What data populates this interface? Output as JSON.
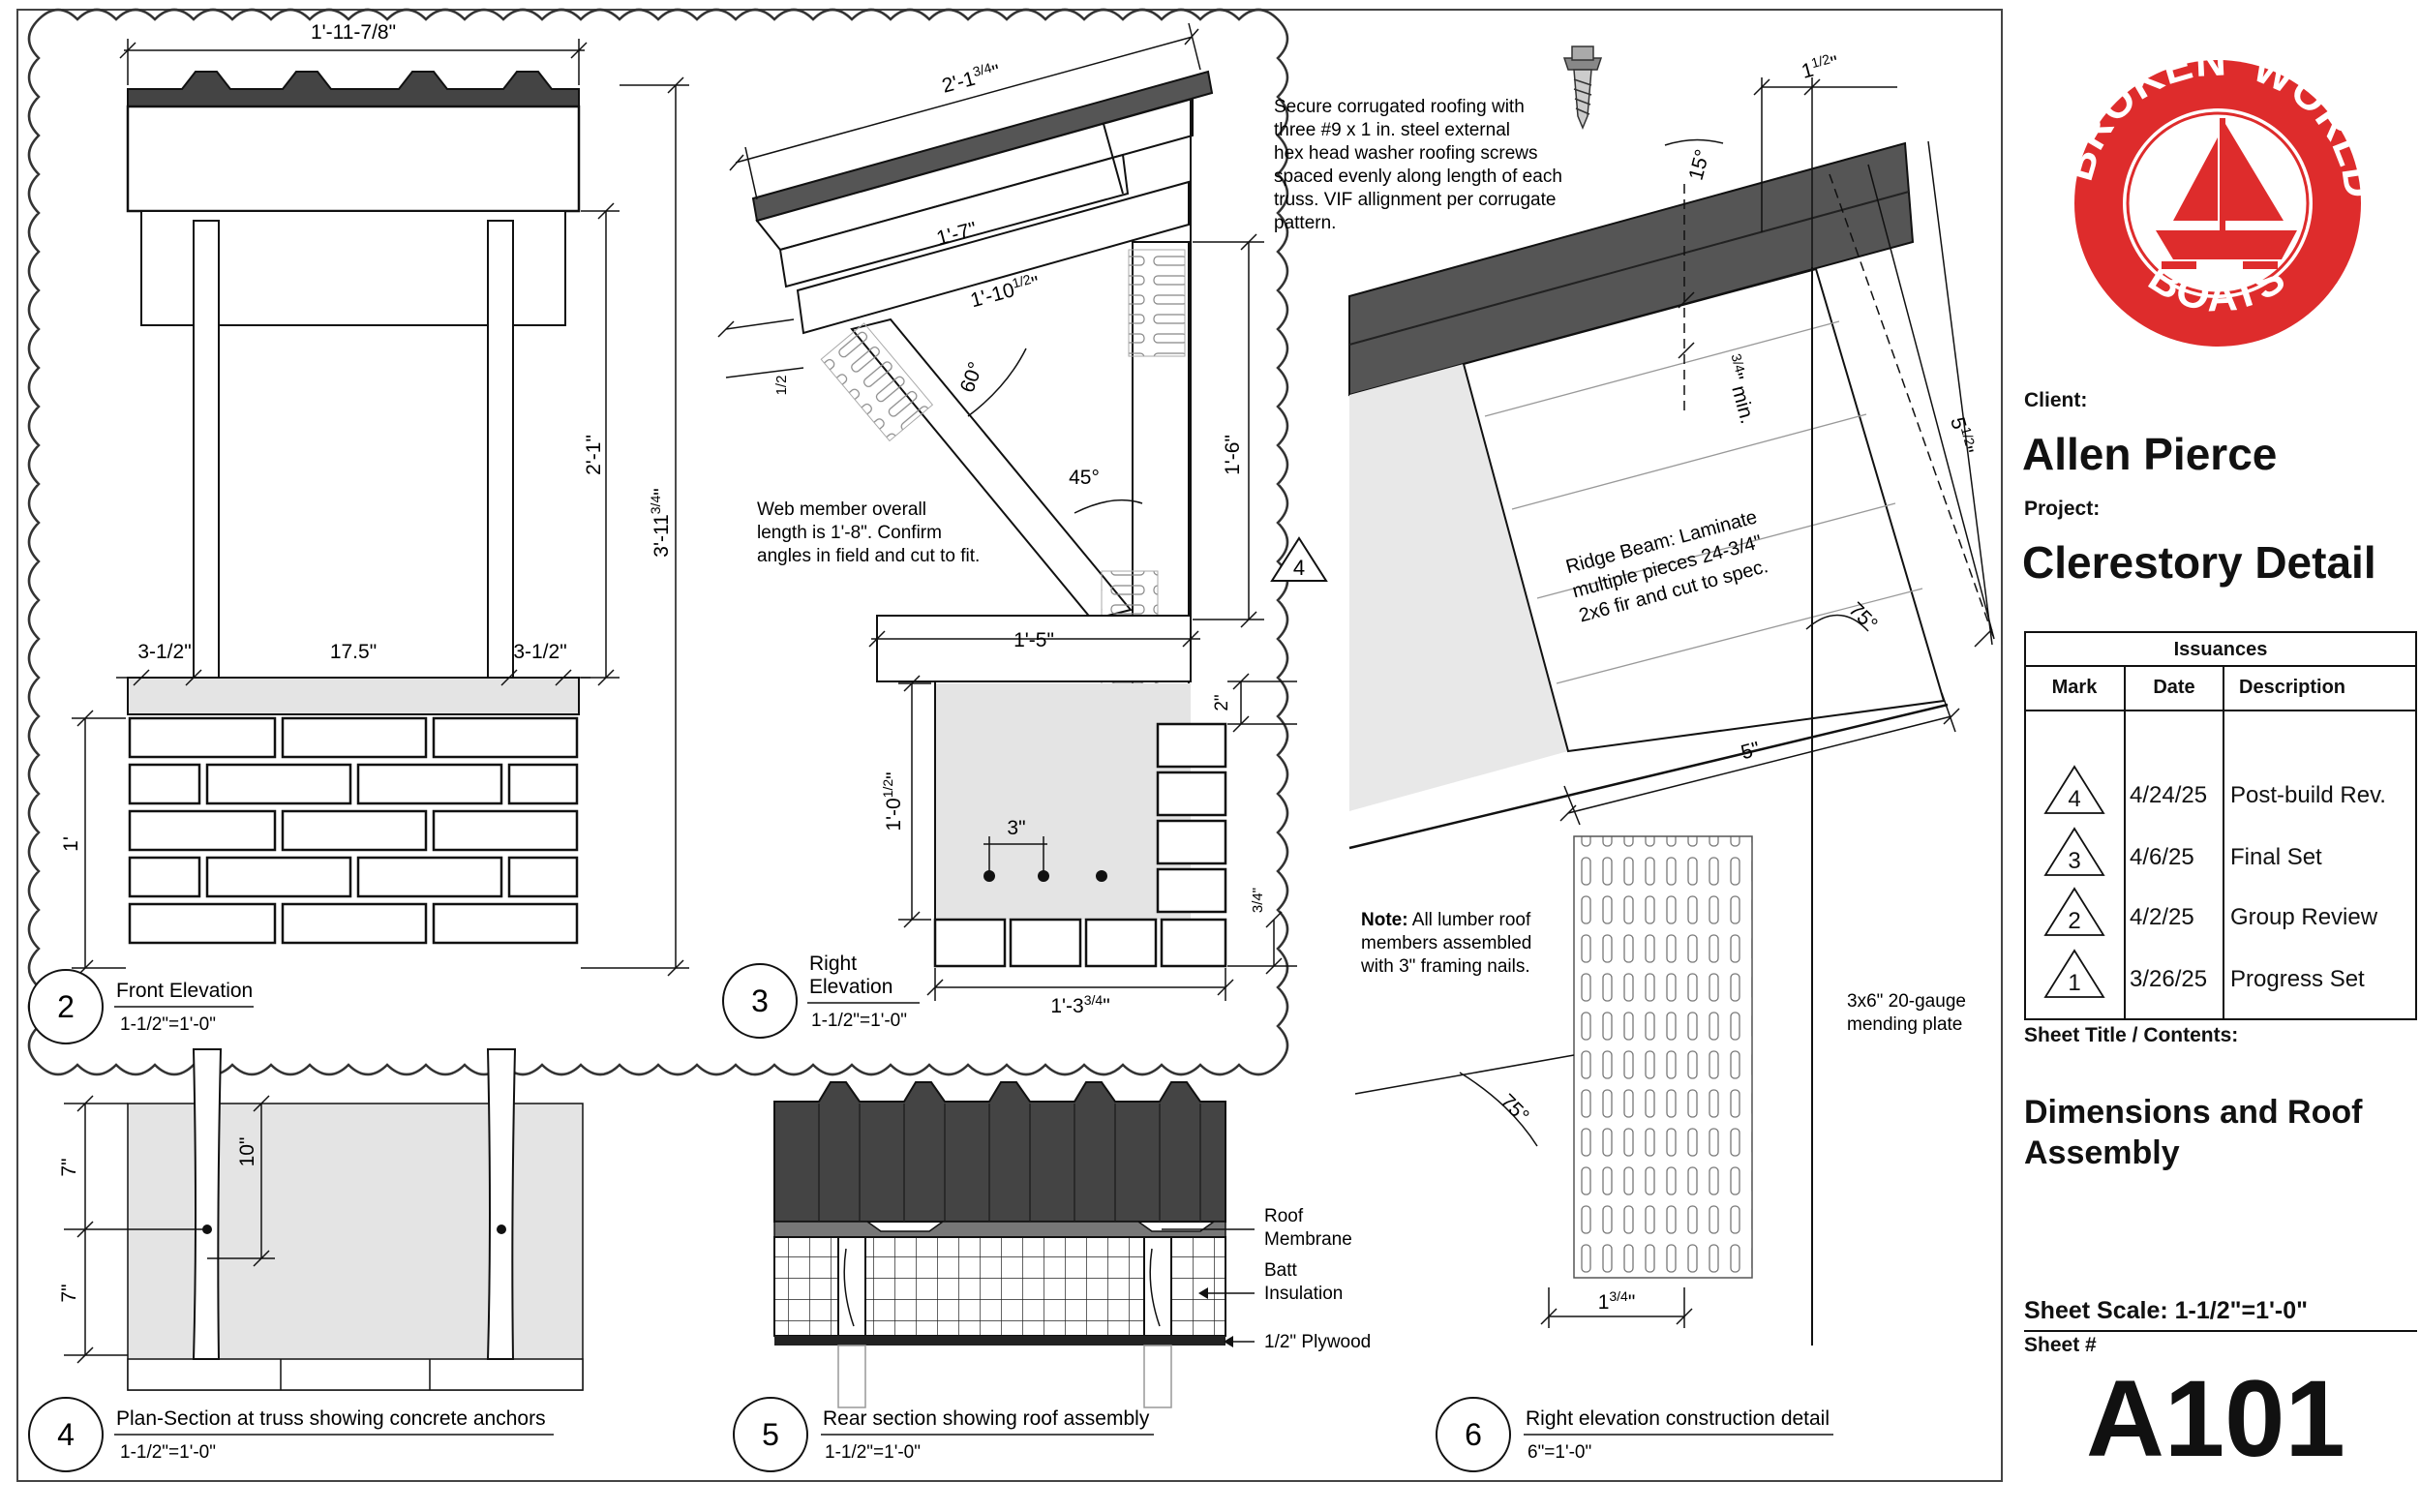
{
  "logo": {
    "top": "BROKEN",
    "right": "WORLD",
    "bottom": "BOATS",
    "color": "#de2c2c"
  },
  "title_block": {
    "client_label": "Client:",
    "client_name": "Allen Pierce",
    "project_label": "Project:",
    "project_name": "Clerestory Detail",
    "issuances_title": "Issuances",
    "columns": [
      "Mark",
      "Date",
      "Description"
    ],
    "issuances": [
      {
        "mark": "4",
        "date": "4/24/25",
        "description": "Post-build Rev."
      },
      {
        "mark": "3",
        "date": "4/6/25",
        "description": "Final Set"
      },
      {
        "mark": "2",
        "date": "4/2/25",
        "description": "Group Review"
      },
      {
        "mark": "1",
        "date": "3/26/25",
        "description": "Progress Set"
      }
    ],
    "sheet_title_label": "Sheet Title / Contents:",
    "sheet_title_line1": "Dimensions and Roof",
    "sheet_title_line2": "Assembly",
    "sheet_scale": "Sheet Scale: 1-1/2\"=1'-0\"",
    "sheet_number_label": "Sheet #",
    "sheet_number": "A101"
  },
  "views": [
    {
      "number": "2",
      "title": "Front Elevation",
      "scale": "1-1/2\"=1'-0\""
    },
    {
      "number": "3",
      "title_line1": "Right",
      "title_line2": "Elevation",
      "scale": "1-1/2\"=1'-0\""
    },
    {
      "number": "4",
      "title": "Plan-Section at truss showing concrete anchors",
      "scale": "1-1/2\"=1'-0\""
    },
    {
      "number": "5",
      "title": "Rear section showing roof assembly",
      "scale": "1-1/2\"=1'-0\""
    },
    {
      "number": "6",
      "title": "Right elevation construction detail",
      "scale": "6\"=1'-0\""
    }
  ],
  "view2_dims": {
    "top_width": "1'-11-7/8\"",
    "post_height": "2'-1\"",
    "overall_height": "3'-11",
    "overall_height_frac": "3/4",
    "left_post": "3-1/2\"",
    "span": "17.5\"",
    "right_post": "3-1/2\"",
    "base_height": "1'"
  },
  "view3_dims": {
    "rafter_top": "2'-1",
    "rafter_top_frac": "3/4",
    "rafter_mid": "1'-7\"",
    "rafter_low": "1'-10",
    "rafter_low_frac": "1/2",
    "rafter_thk": "1/2",
    "angle_60": "60°",
    "angle_45": "45°",
    "post_height": "1'-6\"",
    "beam_length": "1'-5\"",
    "beam_height": "2\"",
    "block_height": "1'-0",
    "block_height_frac": "1/2",
    "anchor_spacing": "3\"",
    "base_width": "1'-3",
    "base_width_frac": "3/4",
    "base_thk_frac": "3/4",
    "revision_mark": "4"
  },
  "view4_dims": {
    "dim_7a": "7\"",
    "dim_7b": "7\"",
    "dim_10": "10\""
  },
  "view5_labels": {
    "membrane_1": "Roof",
    "membrane_2": "Membrane",
    "batt_1": "Batt",
    "batt_2": "Insulation",
    "plywood": "1/2\" Plywood"
  },
  "view6_dims": {
    "top_width": "1",
    "top_width_frac": "1/2",
    "angle_15": "15°",
    "min_frac": "3/4",
    "min_text": "\" min.",
    "beam_depth": "5",
    "beam_depth_frac": "1/2",
    "angle_75a": "75°",
    "angle_75b": "75°",
    "beam_width": "5\"",
    "plate_width": "1",
    "plate_width_frac": "3/4"
  },
  "notes": {
    "screw_1": "Secure corrugated roofing with",
    "screw_2": "three #9 x 1 in. steel external",
    "screw_3": "hex head washer roofing screws",
    "screw_4": "spaced evenly along length of each",
    "screw_5": "truss. VIF allignment per corrugate",
    "screw_6": "pattern.",
    "web_1": "Web member overall",
    "web_2": "length is 1'-8\". Confirm",
    "web_3": "angles in field and cut to fit.",
    "ridge_1": "Ridge Beam: Laminate",
    "ridge_2": "multiple pieces 24-3/4\"",
    "ridge_3": "2x6 fir and cut to spec.",
    "lumber_bold": "Note:",
    "lumber_1": " All lumber roof",
    "lumber_2": "members assembled",
    "lumber_3": "with 3\" framing nails.",
    "plate_1": "3x6\" 20-gauge",
    "plate_2": "mending plate"
  }
}
